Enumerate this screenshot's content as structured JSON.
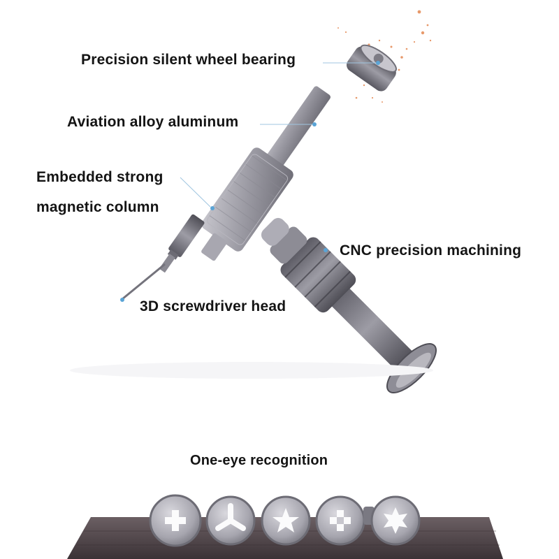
{
  "callouts": {
    "bearing": "Precision silent wheel bearing",
    "alloy": "Aviation alloy aluminum",
    "magnet_line1": "Embedded strong",
    "magnet_line2": "magnetic column",
    "head": "3D screwdriver head",
    "cnc": "CNC precision machining",
    "one_eye": "One-eye recognition"
  },
  "bit_tips": [
    "cross",
    "tri-wing",
    "star",
    "cross-square",
    "torx"
  ],
  "colors": {
    "text": "#141414",
    "metal": "#9b9aa3",
    "base": "#4e4347",
    "accent": "#e0783a"
  }
}
